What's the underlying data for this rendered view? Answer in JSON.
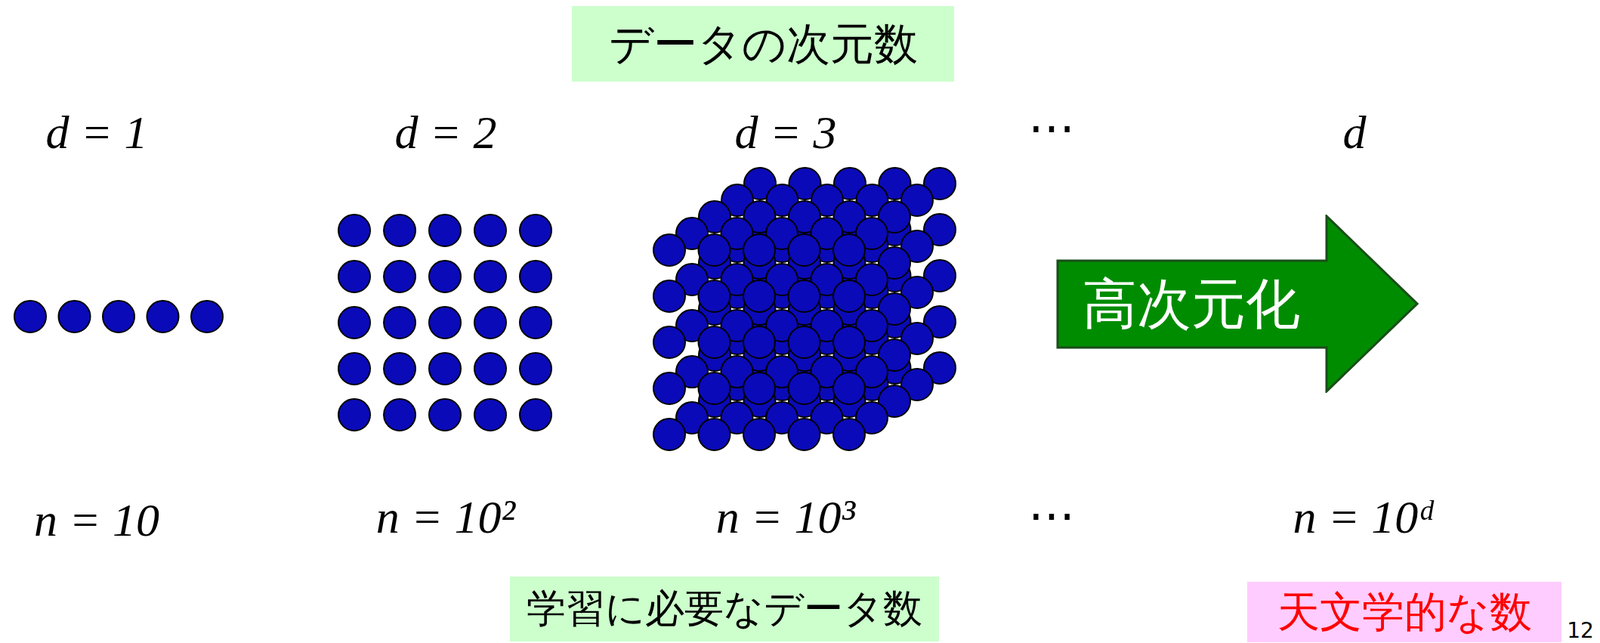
{
  "diagram": {
    "nodes": [
      {
        "text": [
          "データの次元数"
        ]
      },
      {
        "text": [
          "高次元化"
        ]
      },
      {
        "text": [
          "学習に必要なデータ数"
        ]
      },
      {
        "text": [
          "天文学的な数"
        ]
      }
    ],
    "labels": [
      "d = 1",
      "d = 2",
      "d = 3",
      "⋯",
      "d",
      "n = 10",
      "n = 10²",
      "n = 10³",
      "⋯",
      "n = 10ᵈ",
      "12"
    ]
  }
}
